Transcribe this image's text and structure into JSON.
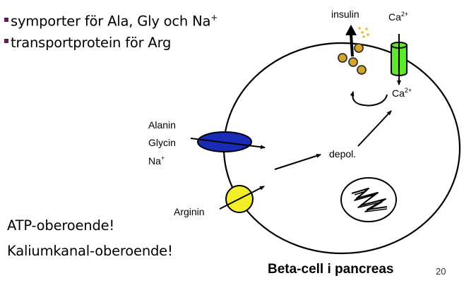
{
  "bullets": [
    {
      "text": "symporter för Ala, Gly och Na",
      "sup": "+"
    },
    {
      "text": "transportprotein för Arg",
      "sup": ""
    }
  ],
  "notes": {
    "atp": "ATP-oberoende!",
    "kchannel": "Kaliumkanal-oberoende!"
  },
  "diagram": {
    "insulin_label": "insulin",
    "ca_outside": {
      "base": "Ca",
      "sup": "2+"
    },
    "ca_inside": {
      "base": "Ca",
      "sup": "2+"
    },
    "symporter_labels": [
      "Alanin",
      "Glycin",
      "Na"
    ],
    "symporter_sup": "+",
    "arginin_label": "Arginin",
    "depol_label": "depol.",
    "colors": {
      "symporter": "#1a2bb8",
      "arg_transporter": "#f2ee2a",
      "ca_channel": "#5ee82a",
      "insulin_granule": "#d7a52a",
      "bullet": "#5b1f5e"
    }
  },
  "caption": "Beta-cell i pancreas",
  "page_number": "20"
}
